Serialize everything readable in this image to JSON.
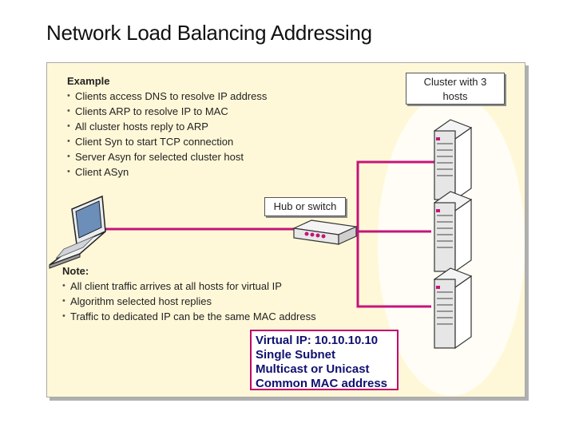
{
  "title": "Network Load Balancing Addressing",
  "example": {
    "heading": "Example",
    "items": [
      "Clients access DNS to resolve IP address",
      "Clients ARP to resolve IP to MAC",
      "All cluster hosts reply to ARP",
      "Client Syn to start TCP connection",
      "Server Asyn for selected cluster host",
      "Client ASyn"
    ]
  },
  "cluster_label": "Cluster with 3 hosts",
  "hub_label": "Hub or switch",
  "note": {
    "heading": "Note:",
    "items": [
      "All client traffic arrives at all hosts for virtual IP",
      "Algorithm selected host replies",
      "Traffic to dedicated IP can be the same MAC address"
    ]
  },
  "virtual_ip": {
    "lines": [
      "Virtual IP: 10.10.10.10",
      "Single Subnet",
      "Multicast or Unicast",
      "Common MAC address"
    ]
  },
  "colors": {
    "panel_bg": "#fff8d8",
    "cable": "#c4157a",
    "cluster_ellipse": "#fffdf5",
    "vip_border": "#c0006a",
    "vip_text": "#101070"
  },
  "icons": [
    "laptop-icon",
    "hub-icon",
    "server-icon"
  ]
}
